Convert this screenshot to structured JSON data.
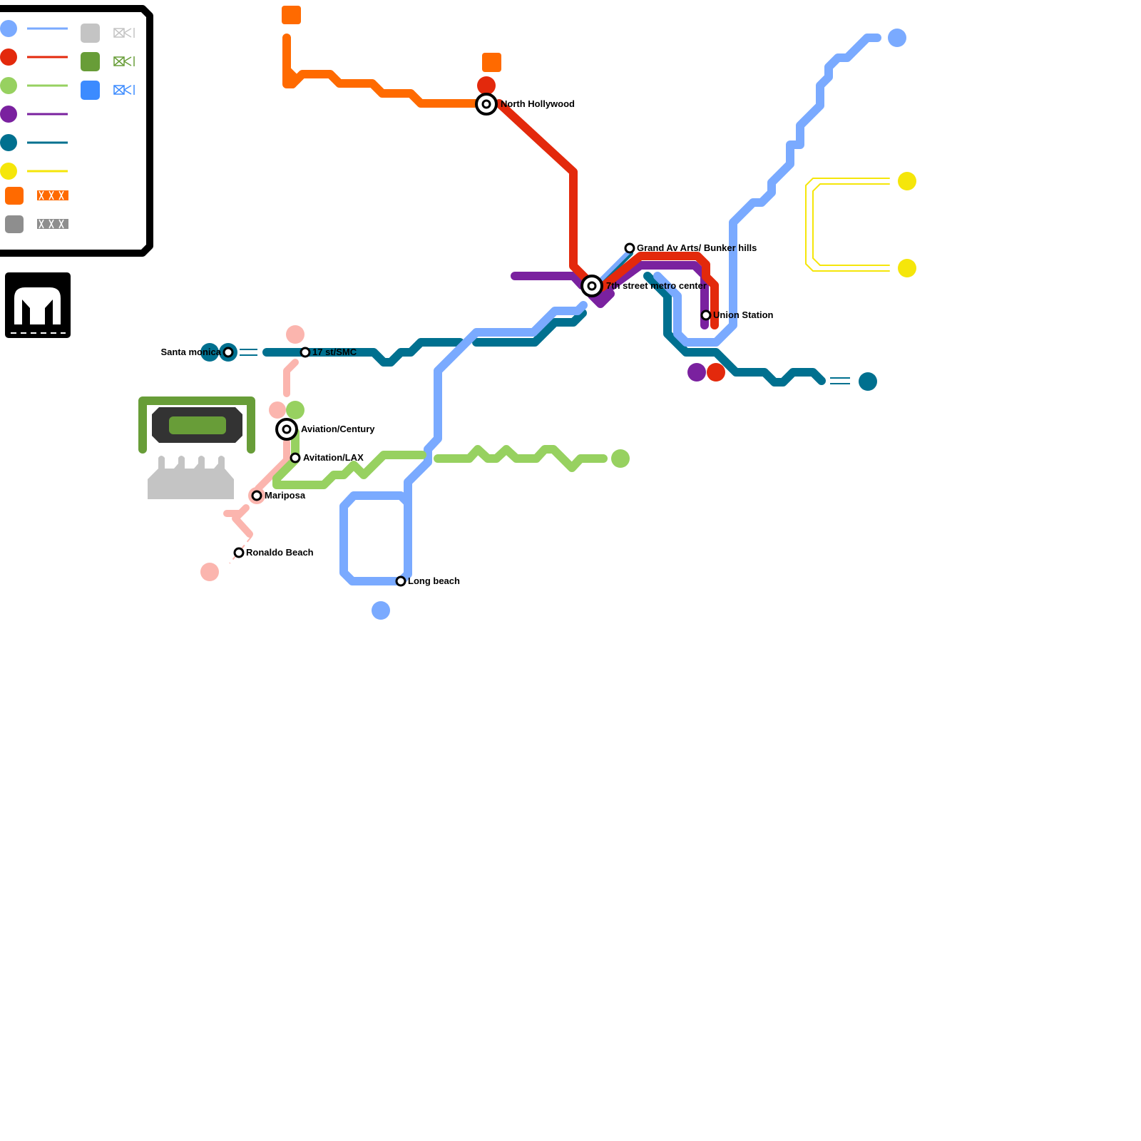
{
  "colors": {
    "blue_line": "#7aaaff",
    "red_line": "#e3290c",
    "green_line": "#97d160",
    "purple_line": "#7a219f",
    "teal_line": "#00708f",
    "yellow_line": "#f5e60a",
    "orange": "#ff6a00",
    "pink": "#fbb5ae",
    "grey": "#8e8e8e",
    "light_grey": "#c4c4c4",
    "dark_green": "#689d38",
    "bright_blue": "#3c8bff",
    "black": "#000000"
  },
  "logo": {
    "icon": "metro-m-logo-icon"
  },
  "stations": {
    "north_hollywood": "North Hollywood",
    "grand_av": "Grand Av Arts/ Bunker hills",
    "seventh_street": "7th street metro center",
    "union_station": "Union Station",
    "santa_monica": "Santa monica",
    "st17_smc": "17 st/SMC",
    "aviation_century": "Aviation/Century",
    "aviation_lax": "Avitation/LAX",
    "mariposa": "Mariposa",
    "ronaldo_beach": "Ronaldo Beach",
    "long_beach": "Long beach"
  }
}
